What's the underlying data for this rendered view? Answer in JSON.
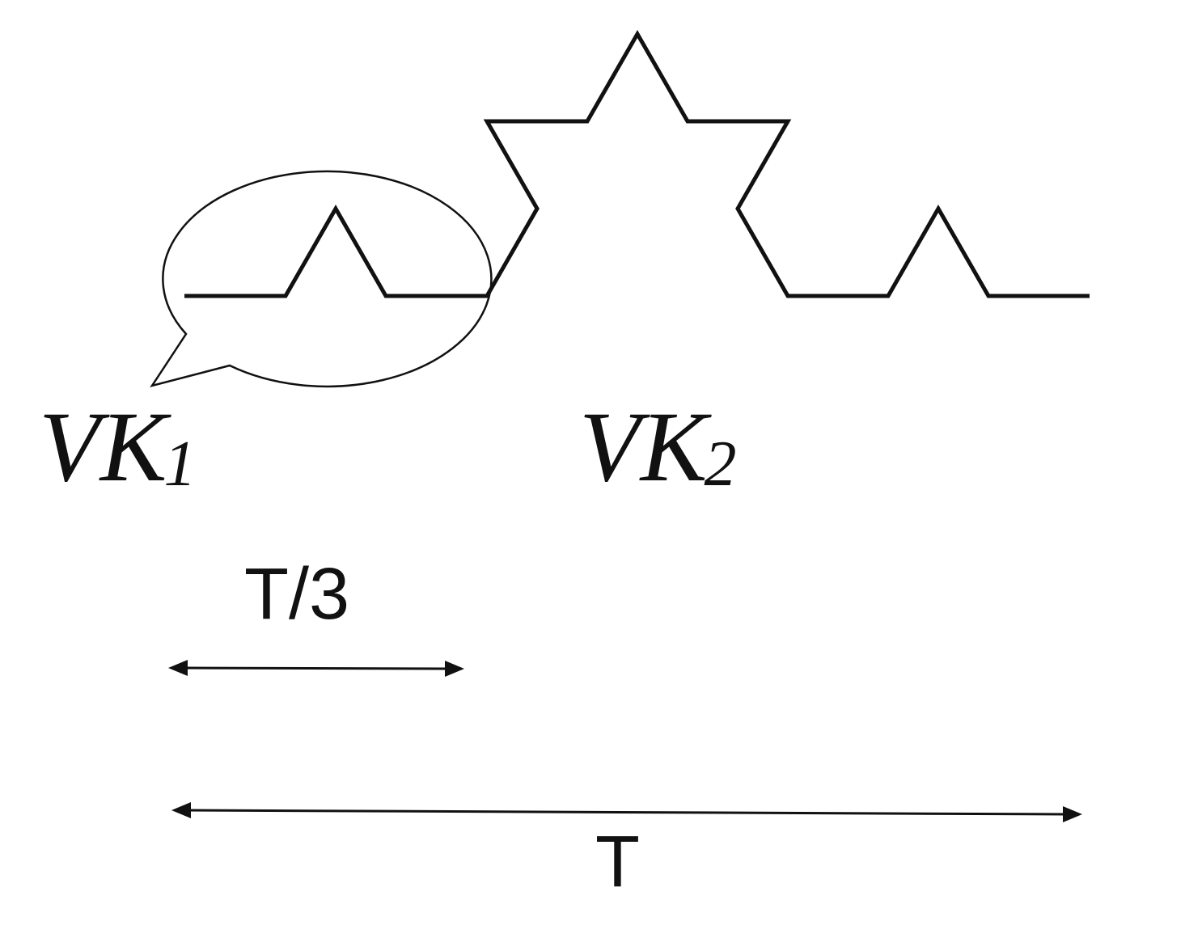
{
  "labels": {
    "vk1_base": "VK",
    "vk1_sub": "1",
    "vk2_base": "VK",
    "vk2_sub": "2",
    "third_period": "T/3",
    "full_period": "T"
  }
}
